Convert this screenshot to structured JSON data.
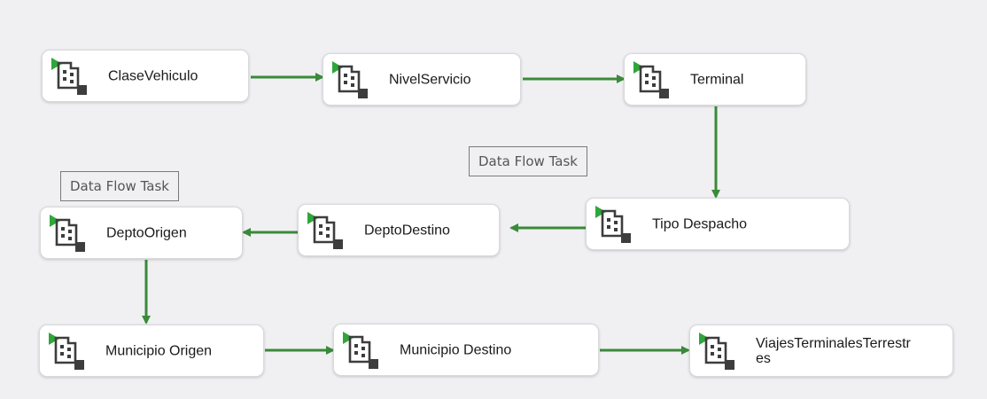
{
  "tasks": {
    "clase_vehiculo": {
      "label": "ClaseVehiculo"
    },
    "nivel_servicio": {
      "label": "NivelServicio"
    },
    "terminal": {
      "label": "Terminal"
    },
    "tipo_despacho": {
      "label": "Tipo Despacho"
    },
    "depto_destino": {
      "label": "DeptoDestino"
    },
    "depto_origen": {
      "label": "DeptoOrigen"
    },
    "municipio_origen": {
      "label": "Municipio Origen"
    },
    "municipio_destino": {
      "label": "Municipio Destino"
    },
    "viajes_terminales": {
      "label": "ViajesTerminalesTerrestres"
    }
  },
  "annotations": {
    "annotation_1": {
      "text": "Data Flow Task"
    },
    "annotation_2": {
      "text": "Data Flow Task"
    }
  },
  "colors": {
    "canvas_background": "#f0f0f2",
    "connector": "#3a8a3a",
    "task_border": "#d9d9de",
    "icon_flag": "#2fa63a",
    "icon_body": "#3d3d3d"
  },
  "icons": {
    "task_icon": "data-flow-task-icon"
  }
}
